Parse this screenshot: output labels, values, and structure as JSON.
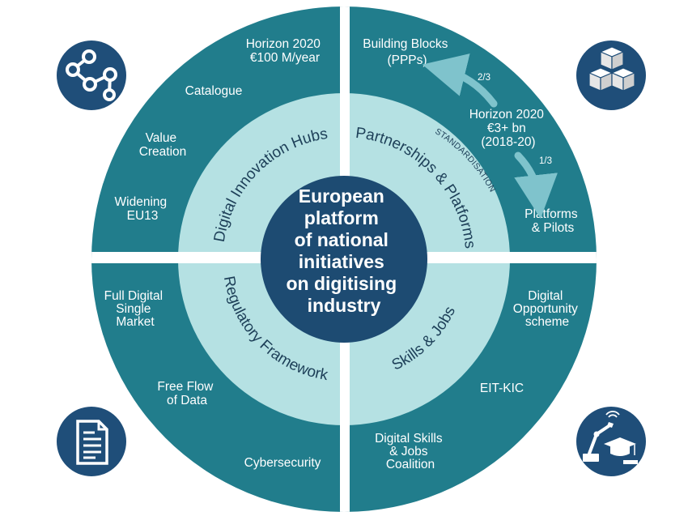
{
  "center": {
    "lines": [
      "European",
      "platform",
      "of national",
      "initiatives",
      "on digitising",
      "industry"
    ]
  },
  "pillars": {
    "top_left": {
      "title": "Digital Innovation Hubs",
      "items": [
        [
          "Horizon 2020",
          "€100 M/year"
        ],
        [
          "Catalogue"
        ],
        [
          "Value",
          "Creation"
        ],
        [
          "Widening",
          "EU13"
        ]
      ]
    },
    "top_right": {
      "title": "Partnerships & Platforms",
      "standardisation": "STANDARDISATION",
      "building_blocks": [
        "Building Blocks",
        "(PPPs)"
      ],
      "funding": [
        "Horizon 2020",
        "€3+ bn",
        "(2018-20)"
      ],
      "share_building_blocks": "2/3",
      "share_platforms": "1/3",
      "platforms": [
        "Platforms",
        "& Pilots"
      ]
    },
    "bottom_left": {
      "title": "Regulatory Framework",
      "items": [
        [
          "Full Digital",
          "Single",
          "Market"
        ],
        [
          "Free Flow",
          "of Data"
        ],
        [
          "Cybersecurity"
        ]
      ]
    },
    "bottom_right": {
      "title": "Skills & Jobs",
      "items": [
        [
          "Digital",
          "Opportunity",
          "scheme"
        ],
        [
          "EIT-KIC"
        ],
        [
          "Digital Skills",
          "& Jobs",
          "Coalition"
        ]
      ]
    }
  },
  "colors": {
    "outer_ring": "#217d8c",
    "inner_ring": "#b5e1e3",
    "center": "#1d4b72",
    "icon_badge": "#1f4e79",
    "arrow": "#7fc3cc"
  },
  "icons": [
    "network-icon",
    "cubes-icon",
    "document-icon",
    "robot-graduation-icon"
  ]
}
